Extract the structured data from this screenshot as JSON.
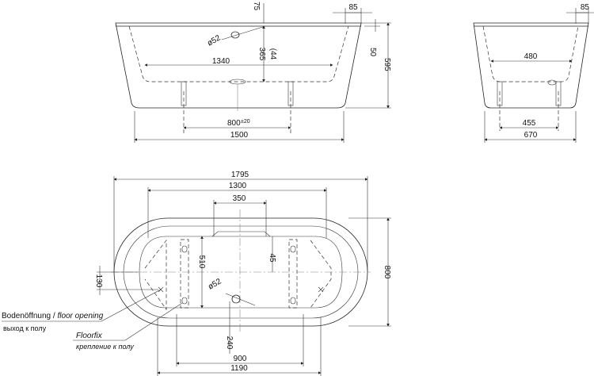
{
  "dims": {
    "front_d75": "75",
    "front_d85": "85",
    "front_d50": "50",
    "front_d595": "595",
    "front_d52": "ø52",
    "front_d365": "365",
    "front_d440": "(44",
    "front_d1340": "1340",
    "front_d800": "800",
    "front_d800_tol": "±20",
    "front_d1500": "1500",
    "side_d85": "85",
    "side_d480": "480",
    "side_d455": "455",
    "side_d670": "670",
    "top_d1795": "1795",
    "top_d1300": "1300",
    "top_d350": "350",
    "top_d510": "510",
    "top_d45": "45",
    "top_d800": "800",
    "top_d130": "130",
    "top_d52": "ø52",
    "top_d240": "240",
    "top_d900": "900",
    "top_d1190": "1190"
  },
  "labels": {
    "floor_opening_de": "Bodenöffnung / ",
    "floor_opening_en": "floor opening",
    "floor_opening_ru": "выход к полу",
    "floorfix_en": "Floorfix",
    "floorfix_ru": "крепление к полу"
  }
}
